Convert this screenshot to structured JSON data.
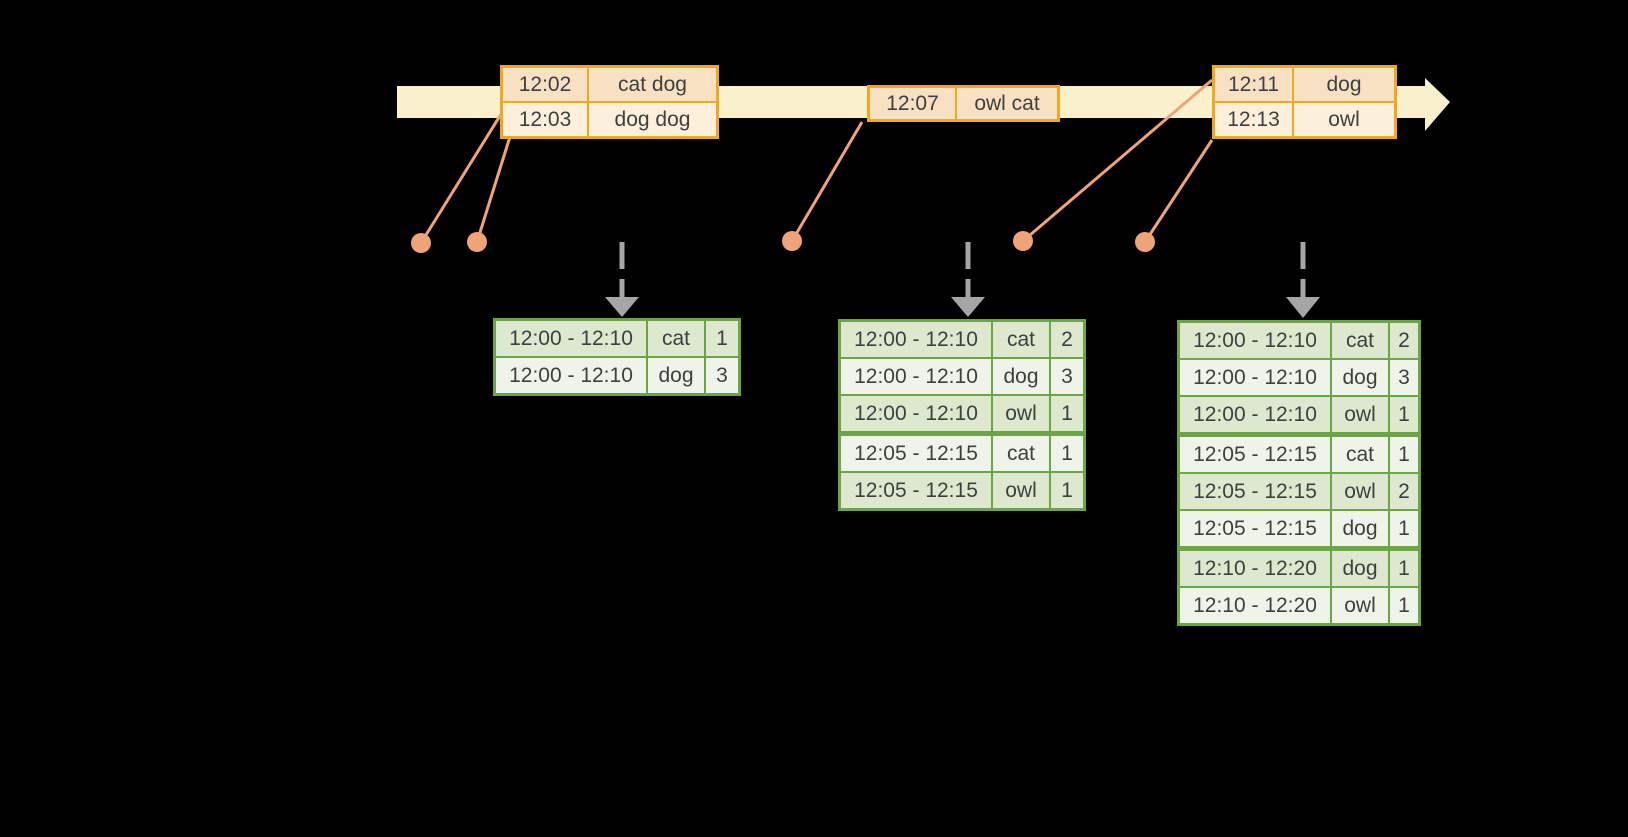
{
  "palette": {
    "background": "#000000",
    "band": "#FBF0CC",
    "orange": "#F0A81E",
    "peach_dark": "#F8E0C2",
    "peach_light": "#FCF0DC",
    "salmon": "#EFA478",
    "gray": "#A6A6A6",
    "green": "#6CA644",
    "green_dark": "#DCE9CE",
    "green_light": "#EFF4EA",
    "ink": "#3F3F3F"
  },
  "icons": {
    "timeline_arrow": "right-arrow",
    "trigger_arrow": "down-arrow",
    "event_marker": "dot"
  },
  "event_tables": [
    {
      "rows": [
        {
          "time": "12:02",
          "words": "cat dog"
        },
        {
          "time": "12:03",
          "words": "dog dog"
        }
      ]
    },
    {
      "rows": [
        {
          "time": "12:07",
          "words": "owl cat"
        }
      ]
    },
    {
      "rows": [
        {
          "time": "12:11",
          "words": "dog"
        },
        {
          "time": "12:13",
          "words": "owl"
        }
      ]
    }
  ],
  "result_tables": [
    {
      "rows": [
        {
          "window": "12:00 - 12:10",
          "word": "cat",
          "count": "1"
        },
        {
          "window": "12:00 - 12:10",
          "word": "dog",
          "count": "3"
        }
      ]
    },
    {
      "rows": [
        {
          "window": "12:00 - 12:10",
          "word": "cat",
          "count": "2"
        },
        {
          "window": "12:00 - 12:10",
          "word": "dog",
          "count": "3"
        },
        {
          "window": "12:00 - 12:10",
          "word": "owl",
          "count": "1"
        },
        {
          "window": "12:05 - 12:15",
          "word": "cat",
          "count": "1"
        },
        {
          "window": "12:05 - 12:15",
          "word": "owl",
          "count": "1"
        }
      ]
    },
    {
      "rows": [
        {
          "window": "12:00 - 12:10",
          "word": "cat",
          "count": "2"
        },
        {
          "window": "12:00 - 12:10",
          "word": "dog",
          "count": "3"
        },
        {
          "window": "12:00 - 12:10",
          "word": "owl",
          "count": "1"
        },
        {
          "window": "12:05 - 12:15",
          "word": "cat",
          "count": "1"
        },
        {
          "window": "12:05 - 12:15",
          "word": "owl",
          "count": "2"
        },
        {
          "window": "12:05 - 12:15",
          "word": "dog",
          "count": "1"
        },
        {
          "window": "12:10 - 12:20",
          "word": "dog",
          "count": "1"
        },
        {
          "window": "12:10 - 12:20",
          "word": "owl",
          "count": "1"
        }
      ]
    }
  ]
}
